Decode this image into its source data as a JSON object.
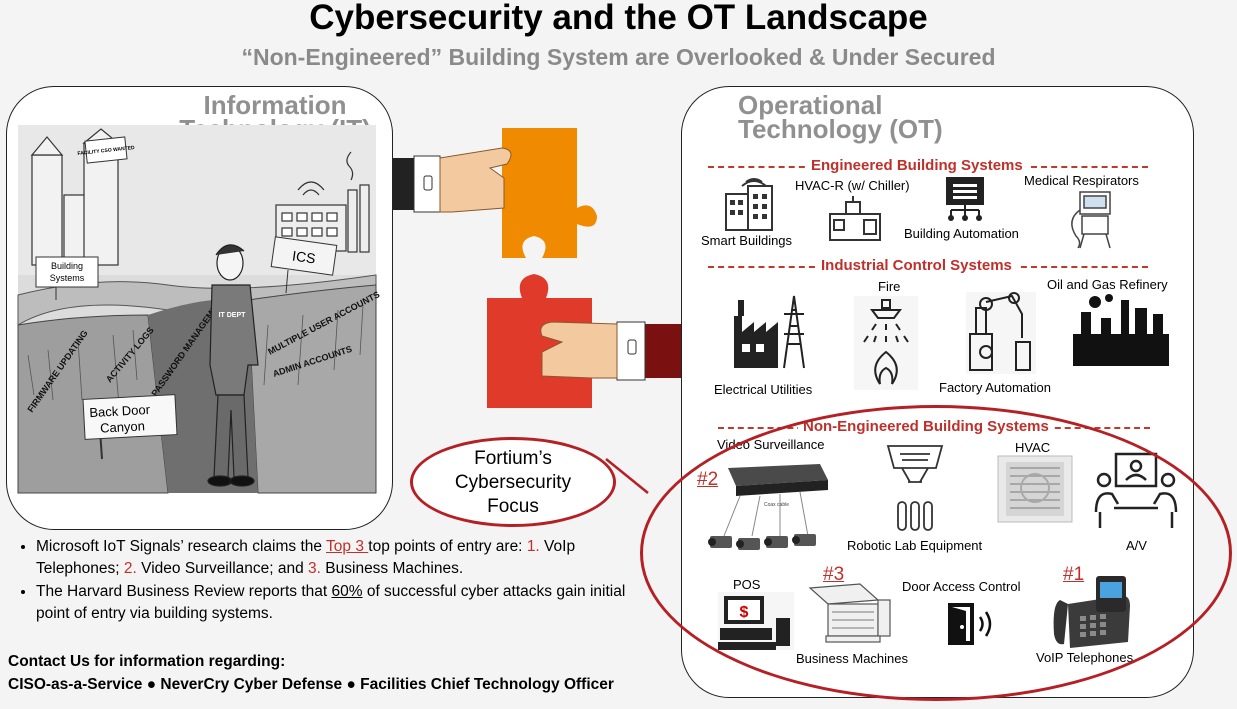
{
  "header": {
    "title": "Cybersecurity and the OT Landscape",
    "subtitle": "“Non-Engineered” Building System are Overlooked & Under Secured"
  },
  "it": {
    "title_line1": "Information",
    "title_line2": "Technology (IT)",
    "cartoon": {
      "facility_sign": "FACILITY CSO WANTED",
      "sign_building_line1": "Building",
      "sign_building_line2": "Systems",
      "sign_ics": "ICS",
      "canyon_sign_line1": "Back Door",
      "canyon_sign_line2": "Canyon",
      "jacket_label": "IT DEPT",
      "wall_labels": [
        "FIRMWARE UPDATING",
        "ACTIVITY LOGS",
        "PASSWORD MANAGEMENT",
        "MULTIPLE USER ACCOUNTS",
        "ADMIN ACCOUNTS"
      ]
    }
  },
  "ot": {
    "title_line1": "Operational",
    "title_line2": "Technology (OT)",
    "engineered": {
      "heading": "Engineered Building Systems",
      "items": [
        "Smart Buildings",
        "HVAC-R (w/ Chiller)",
        "Building Automation",
        "Medical Respirators"
      ]
    },
    "industrial": {
      "heading": "Industrial Control Systems",
      "items": [
        "Electrical Utilities",
        "Fire",
        "Factory Automation",
        "Oil and Gas Refinery"
      ]
    },
    "non_engineered": {
      "heading": "Non-Engineered Building Systems",
      "items": [
        "Video Surveillance",
        "Robotic Lab Equipment",
        "HVAC",
        "A/V",
        "POS",
        "Business Machines",
        "Door Access Control",
        "VoIP Telephones"
      ],
      "ranks": {
        "video": "#2",
        "business": "#3",
        "voip": "#1"
      },
      "coax_label": "Coax cable"
    }
  },
  "focus": {
    "line1": "Fortium’s",
    "line2": "Cybersecurity",
    "line3": "Focus"
  },
  "bullets": [
    {
      "pre": "Microsoft IoT Signals’ research claims the ",
      "link": "Top 3 ",
      "mid": "top points of entry are: ",
      "n1": "1.",
      "t1": " VoIp Telephones; ",
      "n2": "2.",
      "t2": " Video Surveillance; and ",
      "n3": "3.",
      "t3": " Business Machines."
    },
    {
      "pre": "The Harvard Business Review reports that ",
      "pct": "60%",
      "post": " of successful cyber attacks gain initial point of entry via building systems."
    }
  ],
  "contact": {
    "line1": "Contact Us for information regarding:",
    "line2": "CISO-as-a-Service ● NeverCry Cyber Defense ● Facilities Chief Technology Officer"
  },
  "colors": {
    "accent_red": "#c0302b",
    "ellipse_red": "#b52025",
    "gray_title": "#909090",
    "puzzle_orange": "#f08a00",
    "puzzle_red": "#e03a2a"
  }
}
